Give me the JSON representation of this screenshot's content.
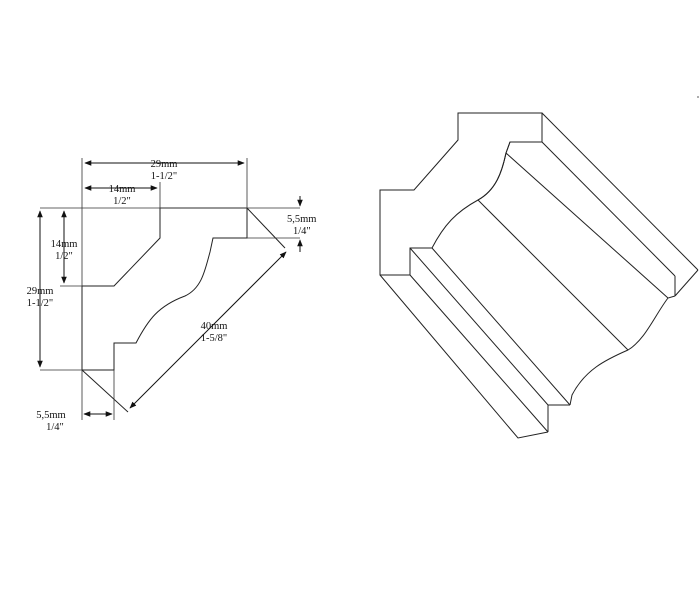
{
  "profile_view": {
    "dim_top_width": {
      "metric": "29mm",
      "imperial": "1-1/2\""
    },
    "dim_top_inner": {
      "metric": "14mm",
      "imperial": "1/2\""
    },
    "dim_right_step": {
      "metric": "5,5mm",
      "imperial": "1/4\""
    },
    "dim_left_inner": {
      "metric": "14mm",
      "imperial": "1/2\""
    },
    "dim_left_height": {
      "metric": "29mm",
      "imperial": "1-1/2\""
    },
    "dim_diagonal": {
      "metric": "40mm",
      "imperial": "1-5/8\""
    },
    "dim_bottom_step": {
      "metric": "5,5mm",
      "imperial": "1/4\""
    }
  },
  "colors": {
    "line": "#222222",
    "background": "#ffffff"
  }
}
